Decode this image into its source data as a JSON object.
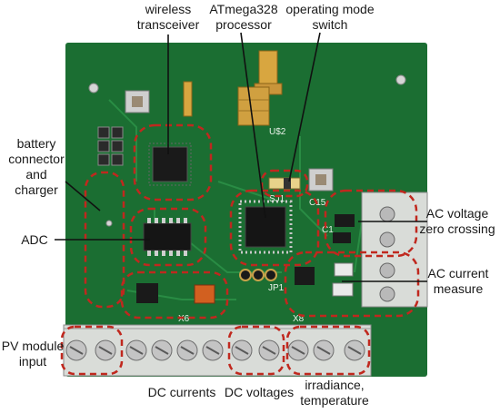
{
  "title": "",
  "colors": {
    "pcb": "#1f7a38",
    "pcb_dark": "#15602a",
    "highlight": "#c0281e",
    "terminal_block": "#d9dcd8",
    "label_text": "#1a1a1a"
  },
  "labels": {
    "wireless_transceiver": "wireless\ntransceiver",
    "atmega_processor": "ATmega328\nprocessor",
    "operating_mode_switch": "operating mode\nswitch",
    "battery_connector": "battery\nconnector\nand\ncharger",
    "adc": "ADC",
    "ac_voltage_zero_crossing": "AC voltage\nzero crossing",
    "ac_current_measure": "AC current\nmeasure",
    "pv_module_input": "PV module\ninput",
    "dc_currents": "DC currents",
    "dc_voltages": "DC voltages",
    "irradiance_temperature": "irradiance,\ntemperature"
  },
  "silkscreen": {
    "u2": "U$2",
    "sj1": "SJ1",
    "jp1": "JP1",
    "x6": "X6",
    "x8": "X8",
    "c15": "C15",
    "c1": "C1"
  }
}
